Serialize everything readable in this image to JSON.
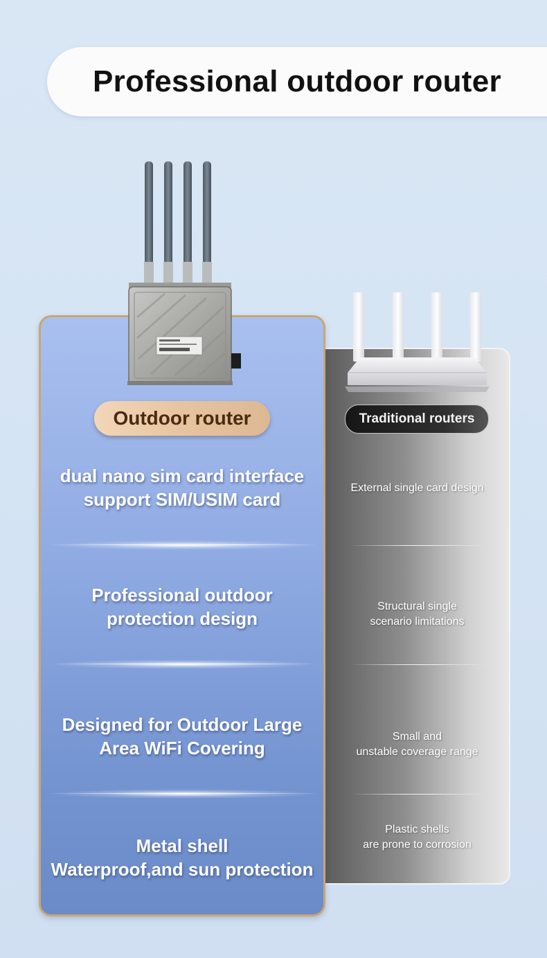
{
  "header": {
    "title": "Professional outdoor router"
  },
  "outdoor": {
    "label": "Outdoor router",
    "features": [
      {
        "lines": [
          "dual nano sim card interface",
          "support SIM/USIM card"
        ]
      },
      {
        "lines": [
          "Professional outdoor",
          "protection design"
        ]
      },
      {
        "lines": [
          "Designed for Outdoor Large",
          "Area WiFi Covering"
        ]
      },
      {
        "lines": [
          "Metal shell",
          "Waterproof,and sun protection"
        ]
      }
    ]
  },
  "traditional": {
    "label": "Traditional routers",
    "features": [
      {
        "lines": [
          "External single card design"
        ]
      },
      {
        "lines": [
          "Structural single",
          "scenario limitations"
        ]
      },
      {
        "lines": [
          "Small and",
          "unstable coverage range"
        ]
      },
      {
        "lines": [
          "Plastic shells",
          "are prone to corrosion"
        ]
      }
    ]
  },
  "colors": {
    "accent_gold": "#c9a771",
    "outdoor_panel": "#8aa6de",
    "traditional_panel": "#8d8d8d"
  },
  "images": {
    "outdoor_device": "outdoor-router-with-four-antennas",
    "traditional_device": "white-home-router-with-four-antennas"
  }
}
